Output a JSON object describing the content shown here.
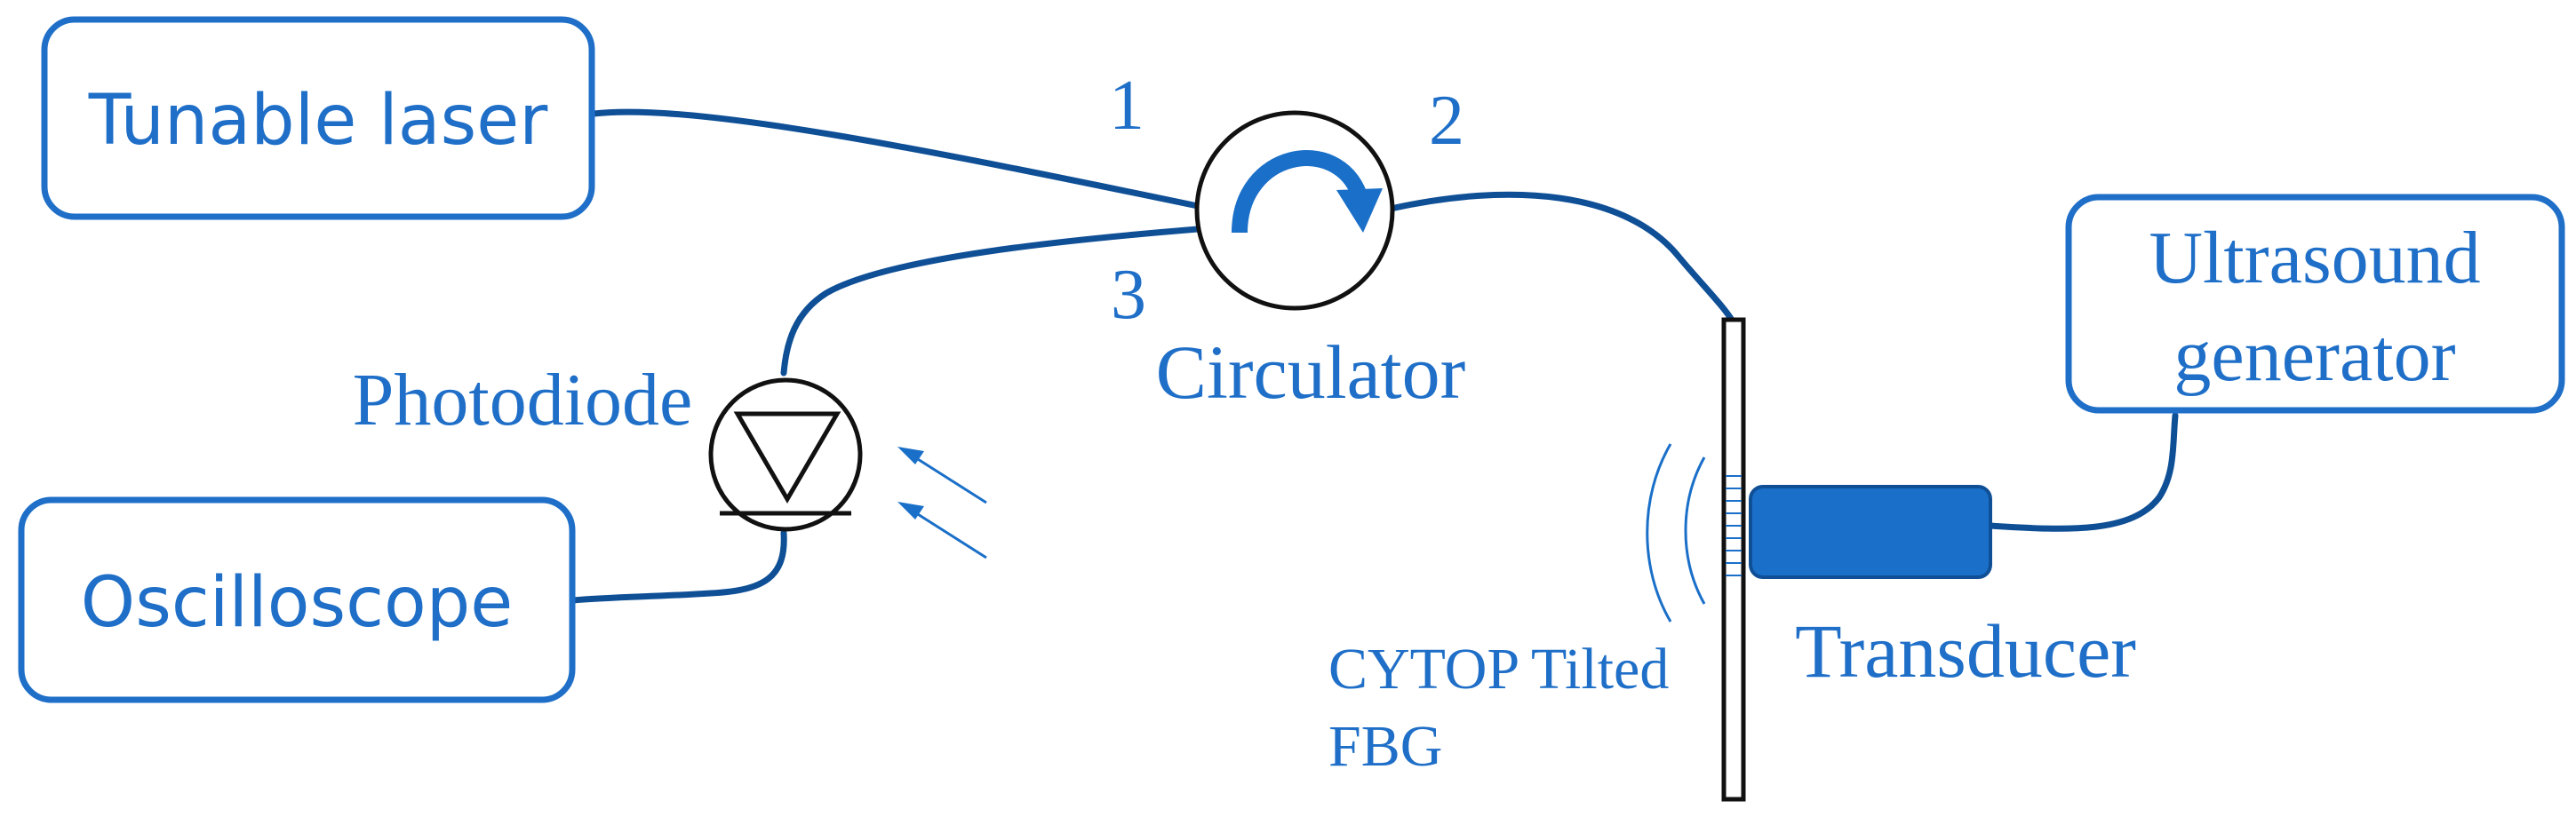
{
  "diagram": {
    "boxes": {
      "tunable_laser": "Tunable laser",
      "oscilloscope": "Oscilloscope",
      "ultrasound_line1": "Ultrasound",
      "ultrasound_line2": "generator"
    },
    "labels": {
      "port_1": "1",
      "port_2": "2",
      "port_3": "3",
      "circulator": "Circulator",
      "photodiode": "Photodiode",
      "transducer": "Transducer",
      "fbg_line1": "CYTOP Tilted",
      "fbg_line2": "FBG"
    },
    "colors": {
      "text_blue": "#1f6fc8",
      "fiber_blue": "#0f4f96",
      "transducer_fill": "#1a6fc8"
    }
  }
}
